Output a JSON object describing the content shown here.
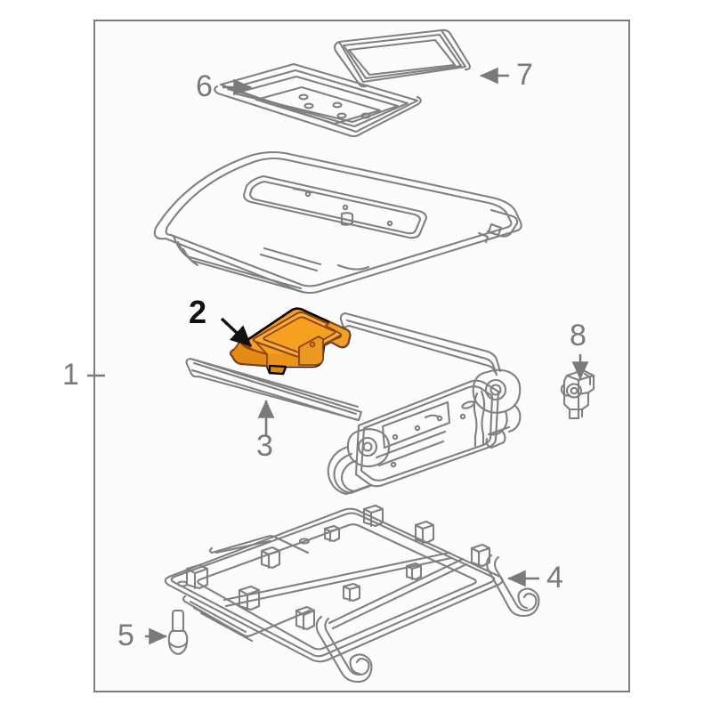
{
  "diagram": {
    "title": "Exploded parts diagram",
    "type": "exploded-view-parts-illustration",
    "background_color": "#fcfcfc",
    "border_color": "#7d7d7d",
    "line_color": "#808080",
    "highlight_fill": "#f5a020",
    "highlight_shade": "#e08a12",
    "highlight_dark": "#8b4513",
    "highlight_outline": "#000000",
    "callout_color": "#7a7a7a",
    "callout_highlight_color": "#111111"
  },
  "callouts": [
    {
      "id": "1",
      "label": "1",
      "part": "assembly-outline",
      "pointer": "tick-right",
      "highlighted": false
    },
    {
      "id": "2",
      "label": "2",
      "part": "latch-bracket",
      "pointer": "arrow-diagonal-down-right",
      "highlighted": true
    },
    {
      "id": "3",
      "label": "3",
      "part": "trim-rail-strip",
      "pointer": "arrow-up",
      "highlighted": false
    },
    {
      "id": "4",
      "label": "4",
      "part": "support-frame-carrier",
      "pointer": "arrow-left",
      "highlighted": false
    },
    {
      "id": "5",
      "label": "5",
      "part": "push-pin-fastener",
      "pointer": "arrow-right",
      "highlighted": false
    },
    {
      "id": "6",
      "label": "6",
      "part": "upper-tray-panel",
      "pointer": "arrow-right",
      "highlighted": false
    },
    {
      "id": "7",
      "label": "7",
      "part": "seal-gasket-frame",
      "pointer": "arrow-left",
      "highlighted": false
    },
    {
      "id": "8",
      "label": "8",
      "part": "striker-latch-block",
      "pointer": "arrow-down",
      "highlighted": false
    }
  ]
}
